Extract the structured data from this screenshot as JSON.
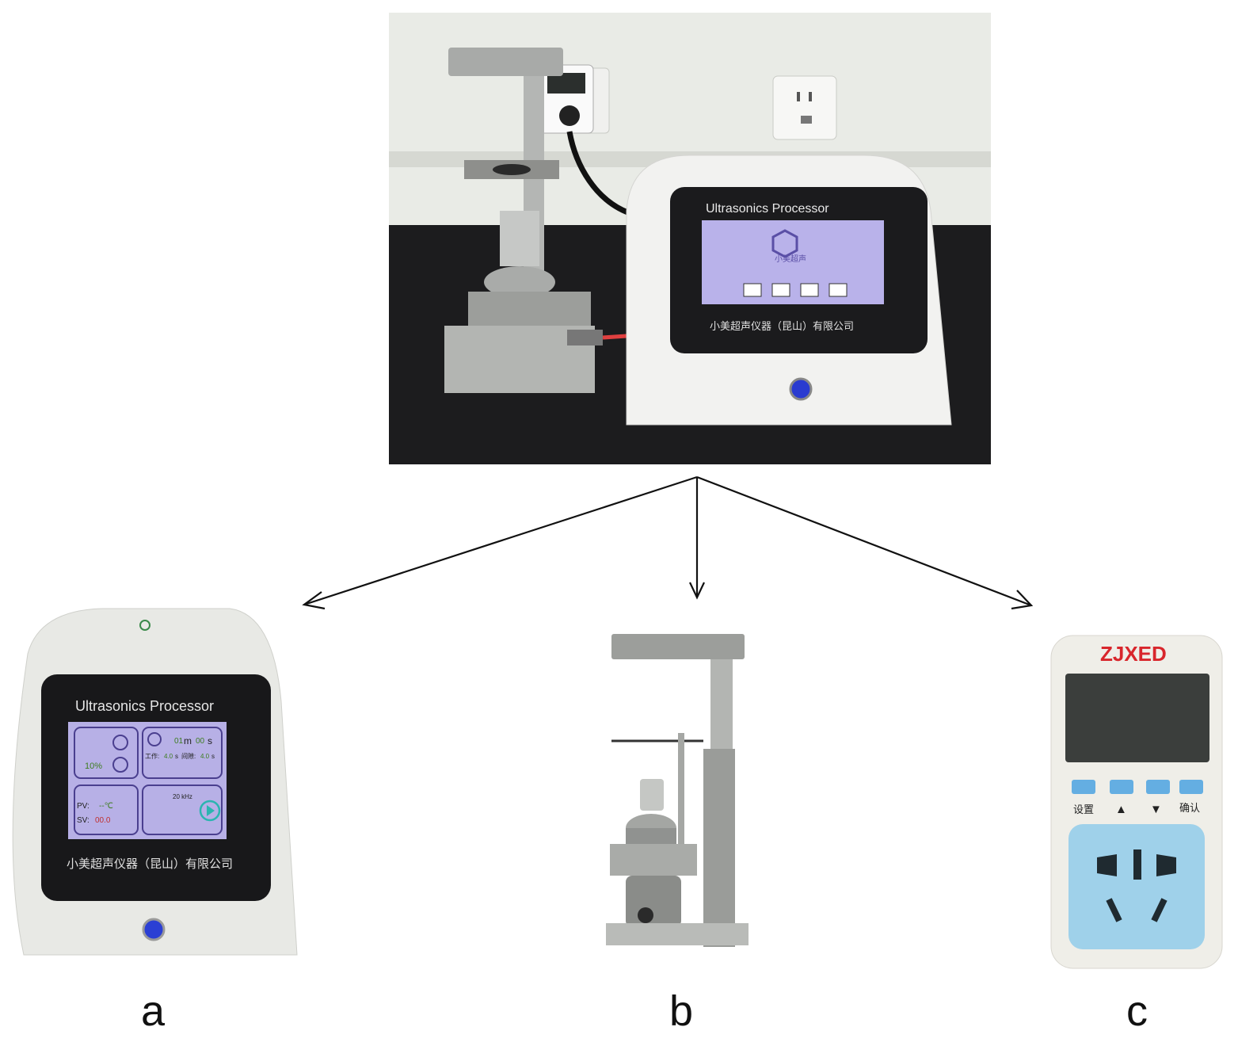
{
  "setup_photo": {
    "device_panel_title": "Ultrasonics Processor",
    "device_company": "小美超声仪器（昆山）有限公司",
    "screen_brand": "小美超声"
  },
  "panels": {
    "a": {
      "label": "a",
      "panel_title": "Ultrasonics Processor",
      "company": "小美超声仪器（昆山）有限公司",
      "power_level": "10%",
      "time_min": "01",
      "time_min_unit": "m",
      "time_sec": "00",
      "time_sec_unit": "s",
      "work_label": "工作:",
      "work_value": "4.0",
      "work_unit": "s",
      "pause_label": "间隙:",
      "pause_value": "4.0",
      "pause_unit": "s",
      "pv_label": "PV:",
      "pv_value": "--℃",
      "sv_label": "SV:",
      "sv_value": "00.0",
      "freq_value": "20 kHz"
    },
    "b": {
      "label": "b"
    },
    "c": {
      "label": "c",
      "brand": "ZJXED",
      "buttons": [
        "设置",
        "▲",
        "▼",
        "确认"
      ]
    }
  },
  "colors": {
    "counter_black": "#1c1c1e",
    "lab_wall": "#e9ebe6",
    "device_white": "#f2f2f0",
    "screen_purple": "#b9b2ea",
    "socket_blue": "#9fd1ea",
    "brand_red": "#d8262c",
    "brand_blue": "#2b65b8"
  }
}
